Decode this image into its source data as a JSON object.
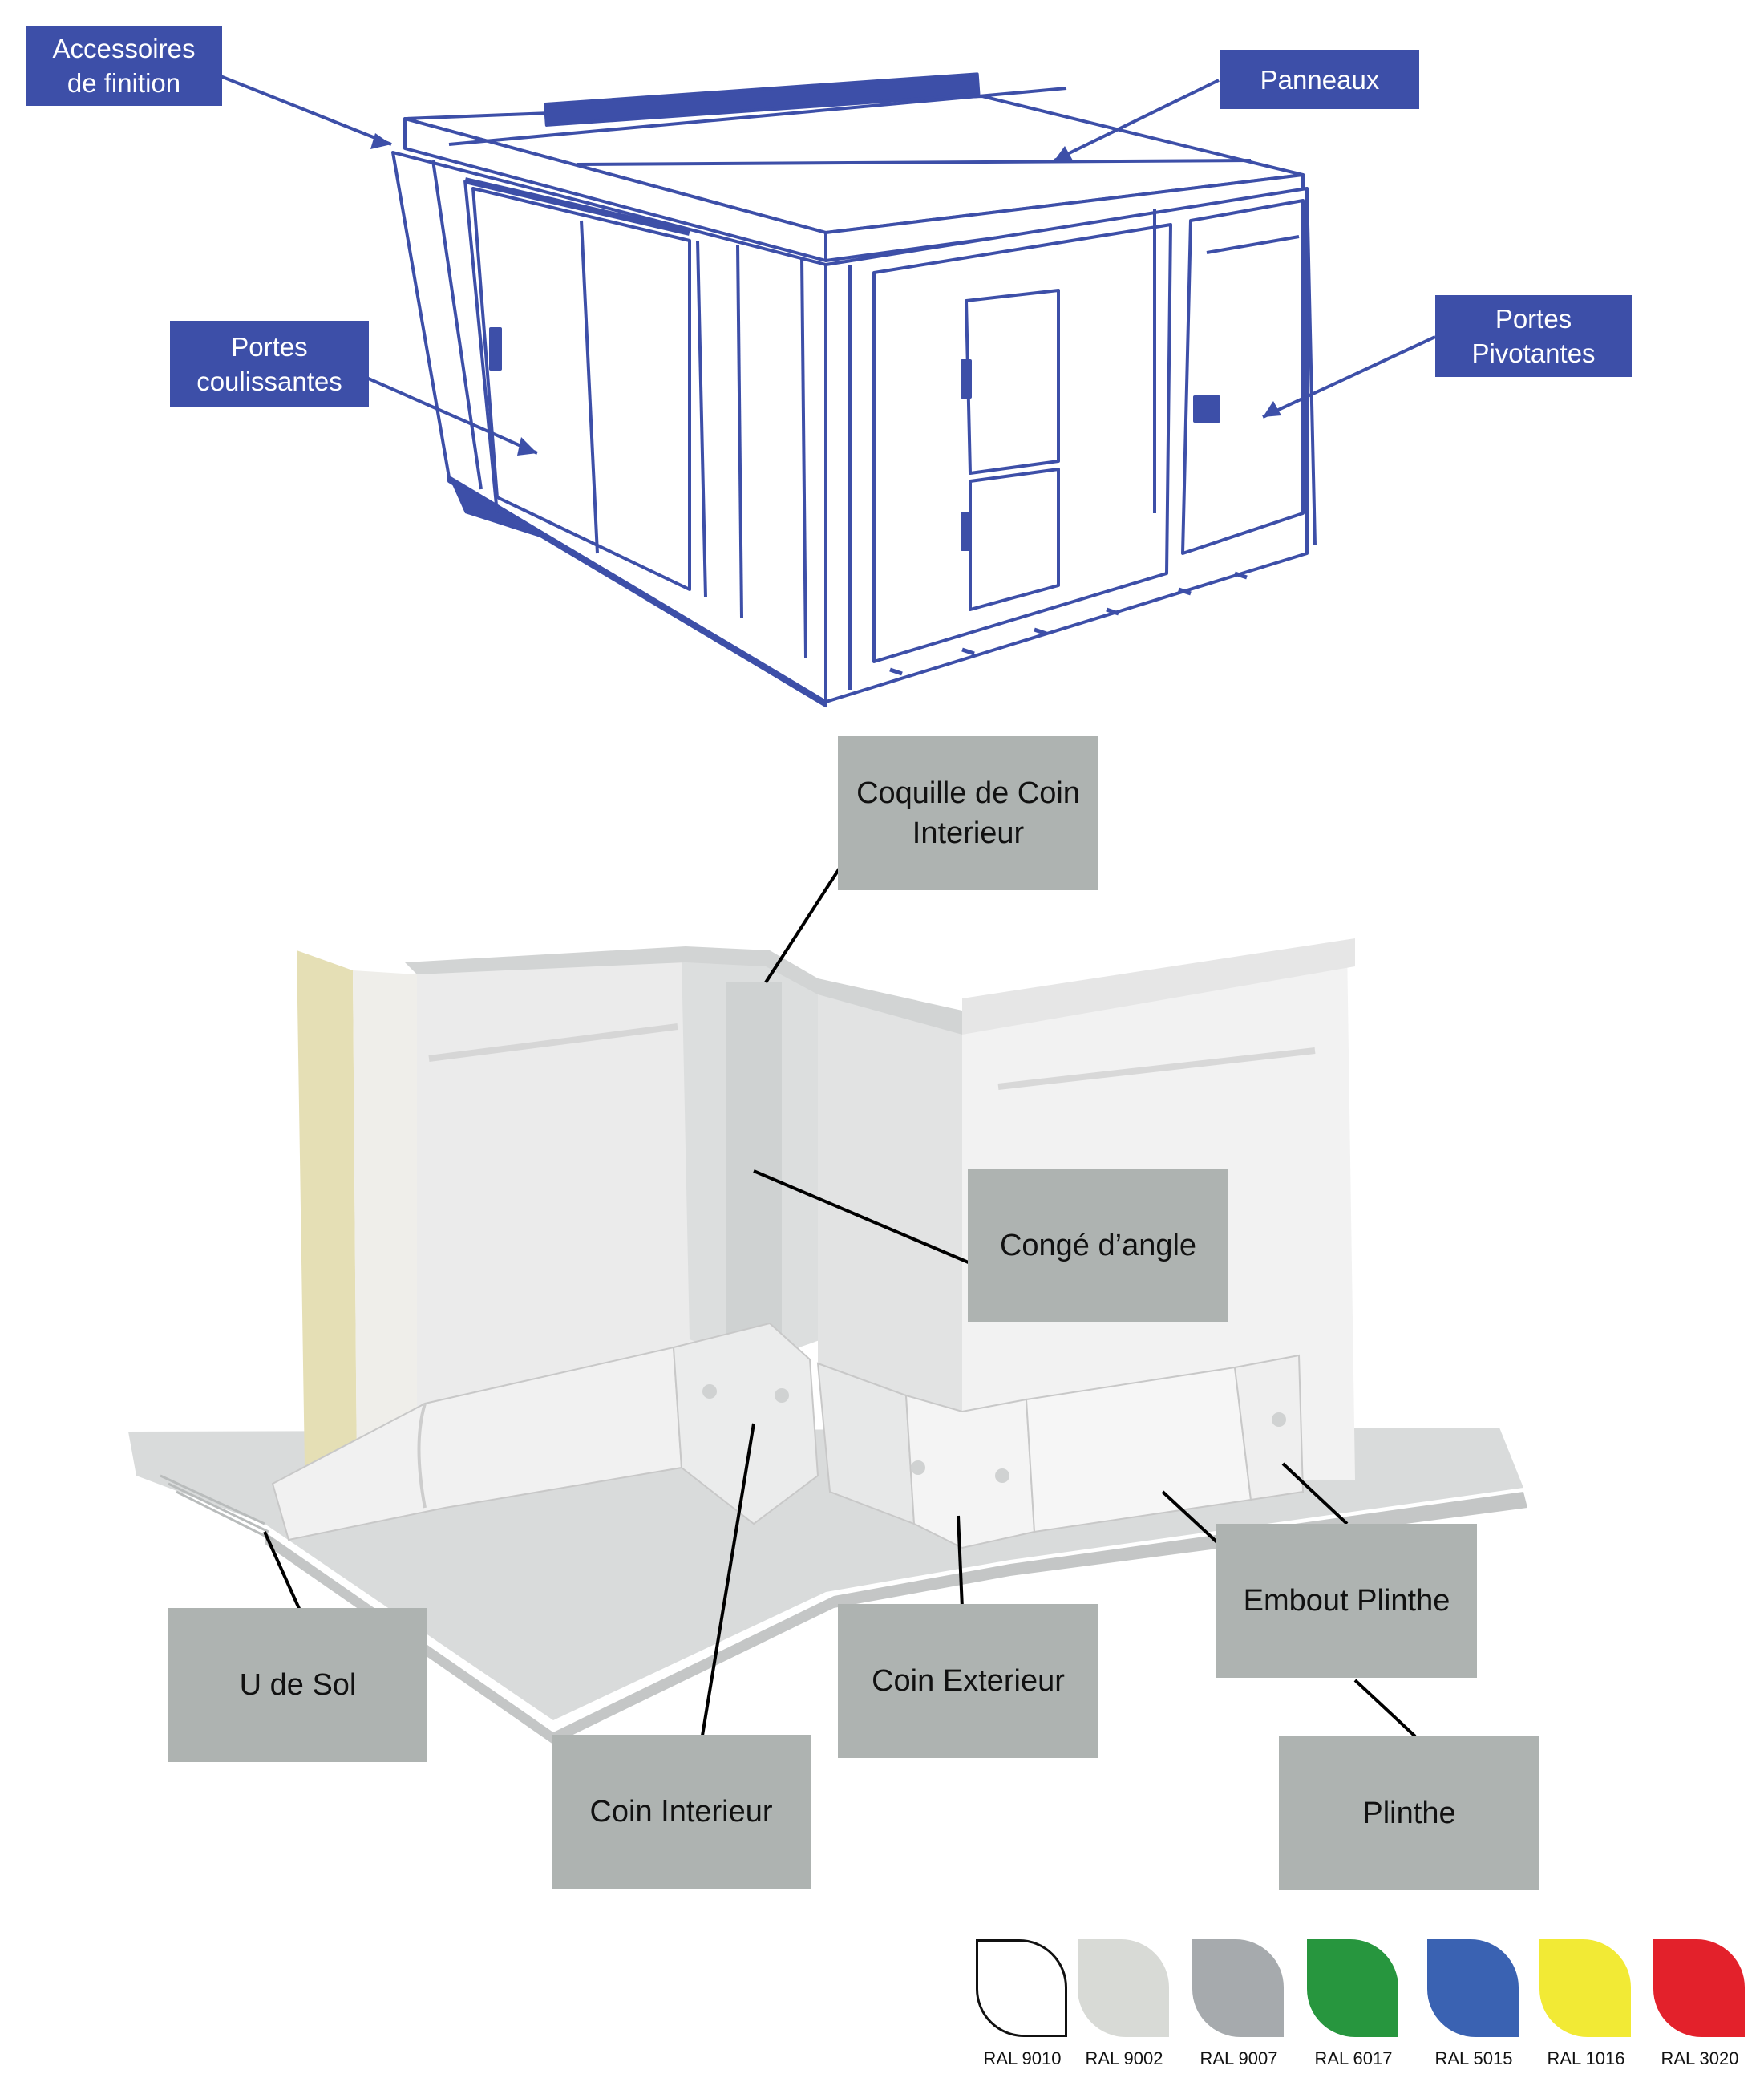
{
  "colors": {
    "blue_label": "#3d4fa8",
    "gray_label": "#aeb3b1",
    "line_art": "#3d4fa8"
  },
  "top_labels": {
    "accessoires": "Accessoires\nde finition",
    "panneaux": "Panneaux",
    "portes_coulissantes": "Portes\ncoulissantes",
    "portes_pivotantes": "Portes\nPivotantes"
  },
  "bottom_labels": {
    "coquille": "Coquille de Coin\nInterieur",
    "conge": "Congé d’angle",
    "u_de_sol": "U de Sol",
    "coin_interieur": "Coin Interieur",
    "coin_exterieur": "Coin Exterieur",
    "embout_plinthe": "Embout Plinthe",
    "plinthe": "Plinthe"
  },
  "swatches": [
    {
      "label": "RAL 9010",
      "color": "#ffffff",
      "outlined": true
    },
    {
      "label": "RAL 9002",
      "color": "#d8dad6",
      "outlined": false
    },
    {
      "label": "RAL 9007",
      "color": "#a6aaad",
      "outlined": false
    },
    {
      "label": "RAL 6017",
      "color": "#27963e",
      "outlined": false
    },
    {
      "label": "RAL 5015",
      "color": "#3a62b2",
      "outlined": false
    },
    {
      "label": "RAL 1016",
      "color": "#f2ea35",
      "outlined": false
    },
    {
      "label": "RAL 3020",
      "color": "#e3212b",
      "outlined": false
    }
  ]
}
